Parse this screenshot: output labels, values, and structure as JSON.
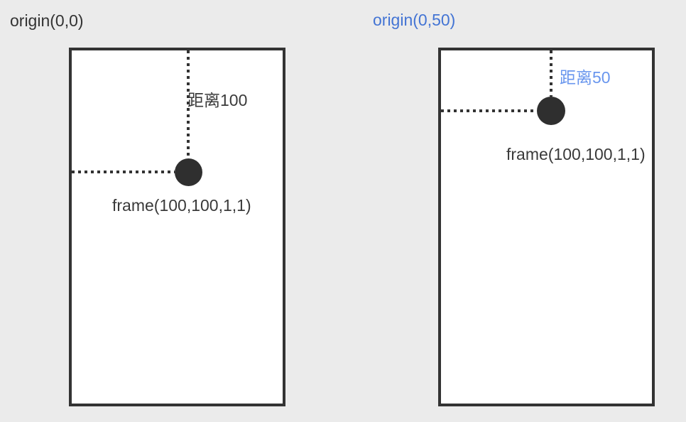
{
  "page": {
    "background_color": "#ebebeb",
    "panel_fill_color": "#ffffff",
    "panel_border_color": "#333333",
    "ink_color": "#333333",
    "dot_color": "#2f2f2f",
    "blue_title_color": "#4374d4",
    "blue_label_color": "#6996ee"
  },
  "panels": [
    {
      "id": "origin-0-0",
      "title": "origin(0,0)",
      "title_color": "#333333",
      "distance_label": "距离100",
      "distance_color": "#3a3a3a",
      "frame_label": "frame(100,100,1,1)",
      "frame_color": "#3a3a3a"
    },
    {
      "id": "origin-0-50",
      "title": "origin(0,50)",
      "title_color": "#4374d4",
      "distance_label": "距离50",
      "distance_color": "#6996ee",
      "frame_label": "frame(100,100,1,1)",
      "frame_color": "#3a3a3a"
    }
  ]
}
